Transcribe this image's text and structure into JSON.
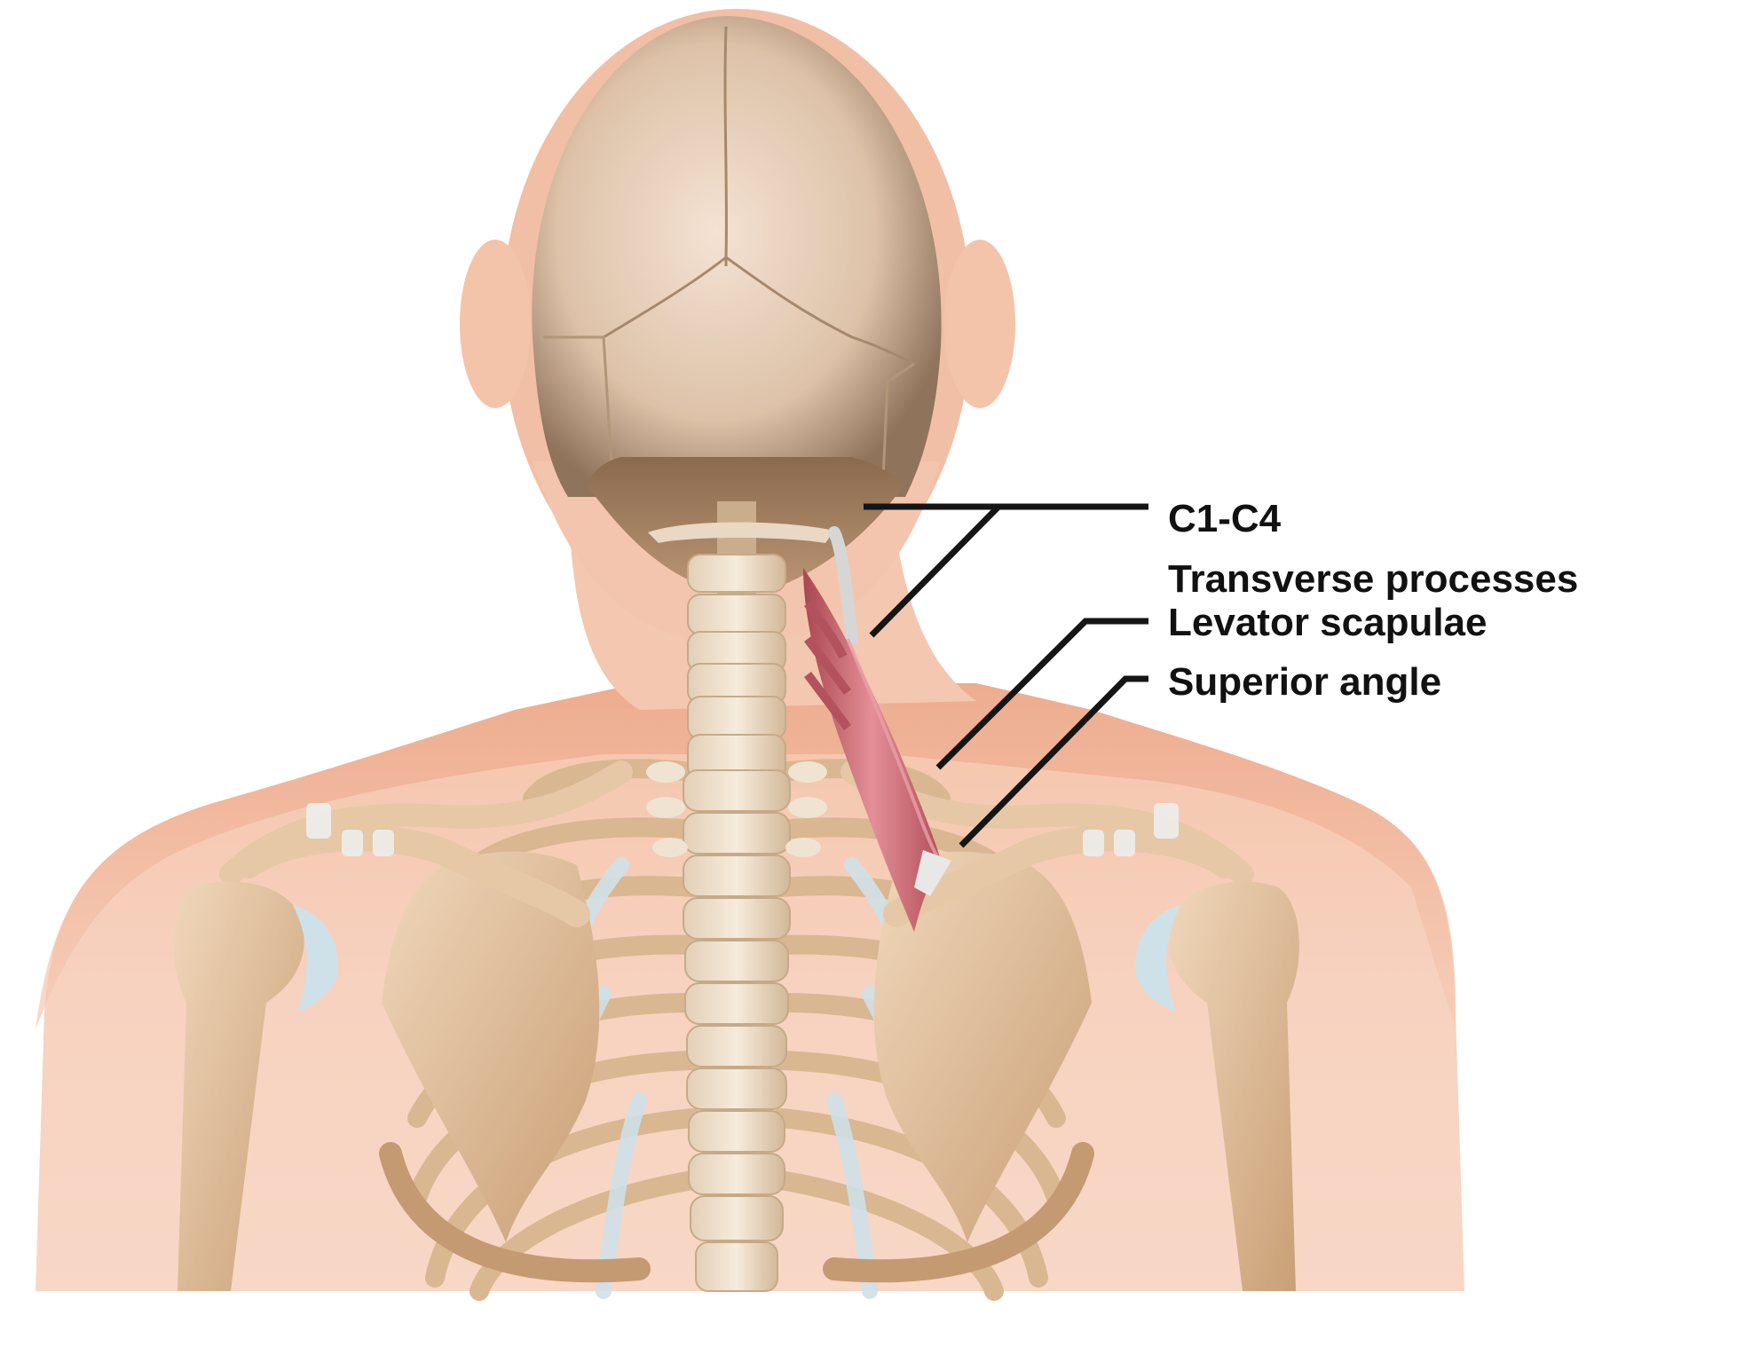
{
  "figure": {
    "subject": "Levator scapulae muscle anatomy, posterior view",
    "colors": {
      "skin": "#f6cdb6",
      "skin_shadow": "#e9a98a",
      "bone": "#e3c5a3",
      "bone_dark": "#c79f77",
      "skull": "#e4cbb2",
      "skull_shadow": "#8f735b",
      "vertebra": "#efe0cc",
      "cartilage": "#cfe1e8",
      "muscle": "#c9646f",
      "muscle_light": "#e48f98",
      "leader_line": "#151515",
      "label_text": "#111111"
    }
  },
  "labels": [
    {
      "id": "origin",
      "lines": [
        "C1-C4",
        "Transverse processes"
      ]
    },
    {
      "id": "muscle",
      "lines": [
        "Levator scapulae"
      ]
    },
    {
      "id": "insertion",
      "lines": [
        "Superior angle"
      ]
    }
  ]
}
